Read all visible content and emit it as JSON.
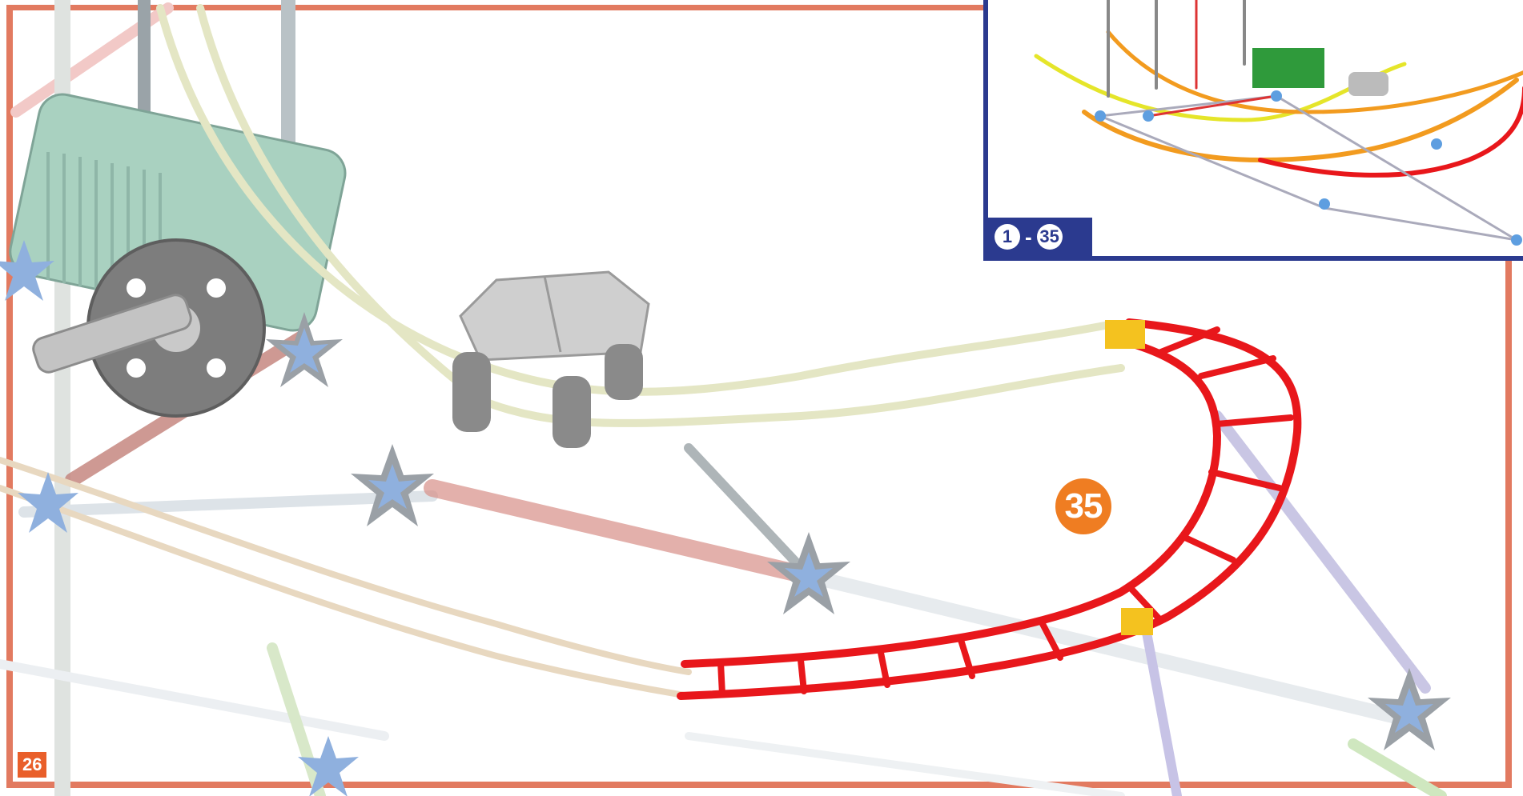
{
  "page": {
    "number": "26"
  },
  "step": {
    "number": "35"
  },
  "inset": {
    "range_start": "1",
    "range_separator": "-",
    "range_end": "35"
  },
  "colors": {
    "frame": "#e27a60",
    "inset_border": "#2b3a8f",
    "step_badge": "#ef7d22",
    "page_number_bg": "#e95f2a",
    "highlight_track": "#e8171b"
  },
  "icons": [
    "roller-coaster-illustration",
    "overview-illustration"
  ]
}
